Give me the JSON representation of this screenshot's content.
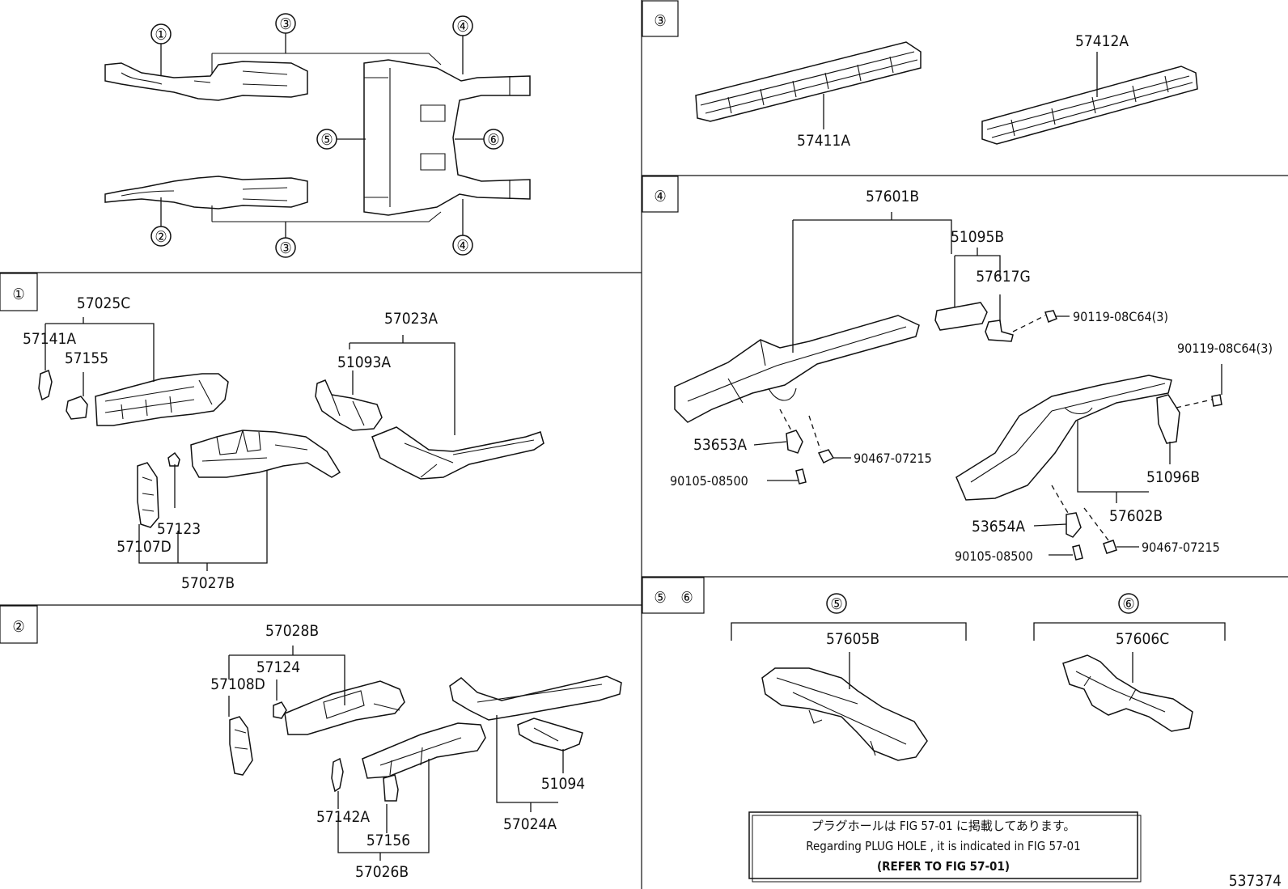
{
  "markers": {
    "m1": "①",
    "m2": "②",
    "m3": "③",
    "m4": "④",
    "m5": "⑤",
    "m6": "⑥"
  },
  "overview": {
    "callouts": [
      "①",
      "②",
      "③",
      "③",
      "④",
      "④",
      "⑤",
      "⑥"
    ]
  },
  "section1": {
    "title": "①",
    "labels": {
      "p57025C": "57025C",
      "p57141A": "57141A",
      "p57155": "57155",
      "p57023A": "57023A",
      "p51093A": "51093A",
      "p57123": "57123",
      "p57107D": "57107D",
      "p57027B": "57027B"
    }
  },
  "section2": {
    "title": "②",
    "labels": {
      "p57028B": "57028B",
      "p57124": "57124",
      "p57108D": "57108D",
      "p51094": "51094",
      "p57024A": "57024A",
      "p57142A": "57142A",
      "p57156": "57156",
      "p57026B": "57026B"
    }
  },
  "section3": {
    "title": "③",
    "labels": {
      "p57412A": "57412A",
      "p57411A": "57411A"
    }
  },
  "section4": {
    "title": "④",
    "labels": {
      "p57601B": "57601B",
      "p51095B": "51095B",
      "p57617G": "57617G",
      "p90119a": "90119-08C64(3)",
      "p90119b": "90119-08C64(3)",
      "p53653A": "53653A",
      "p90467a": "90467-07215",
      "p90105a": "90105-08500",
      "p51096B": "51096B",
      "p57602B": "57602B",
      "p53654A": "53654A",
      "p90105b": "90105-08500",
      "p90467b": "90467-07215"
    }
  },
  "section56": {
    "title5": "⑤",
    "title6": "⑥",
    "group5": "⑤",
    "group6": "⑥",
    "labels": {
      "p57605B": "57605B",
      "p57606C": "57606C"
    }
  },
  "note": {
    "line1": "プラグホールは FIG 57-01 に掲載してあります。",
    "line2": "Regarding  PLUG  HOLE , it is indicated in FIG 57-01",
    "line3": "(REFER TO FIG 57-01)"
  },
  "figure_id": "537374"
}
